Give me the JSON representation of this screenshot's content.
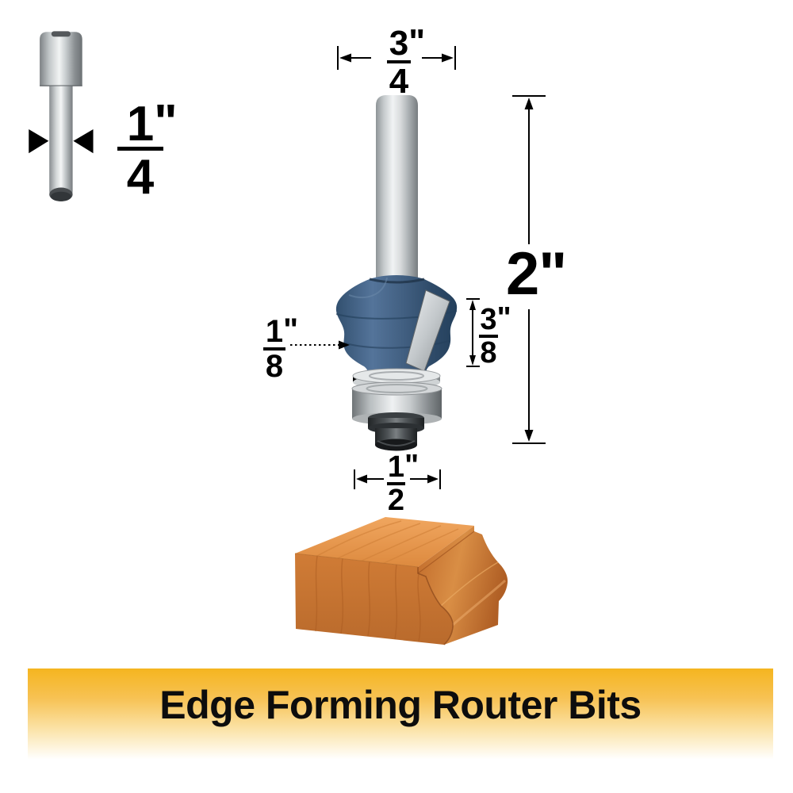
{
  "banner": {
    "title": "Edge Forming Router Bits"
  },
  "dimensions": {
    "shank_diameter": {
      "num": "1",
      "den": "4",
      "unit": "\""
    },
    "cutter_diameter": {
      "num": "3",
      "den": "4",
      "unit": "\""
    },
    "overall_length": {
      "value": "2",
      "unit": "\""
    },
    "cutter_height": {
      "num": "3",
      "den": "8",
      "unit": "\""
    },
    "profile_depth": {
      "num": "1",
      "den": "8",
      "unit": "\""
    },
    "bearing_diameter": {
      "num": "1",
      "den": "2",
      "unit": "\""
    }
  },
  "colors": {
    "cutter_blue": "#3E5C7E",
    "metal_light": "#F1F3F4",
    "metal_dark": "#6F7477",
    "wood_top": "#E99C50",
    "wood_front": "#C9722F",
    "banner_gold": "#F5B51F",
    "annotation": "#000000"
  }
}
